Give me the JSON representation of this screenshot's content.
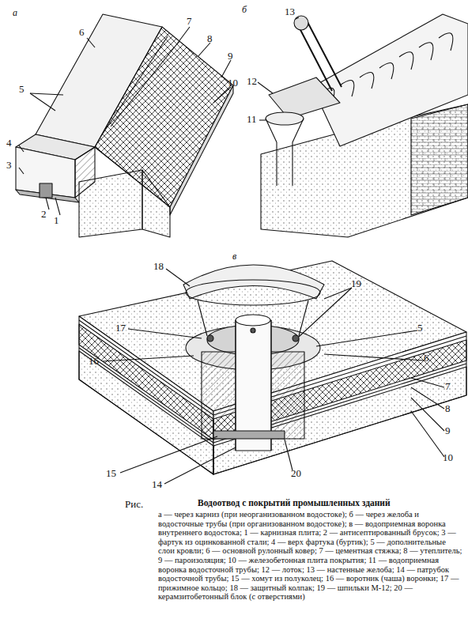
{
  "diagram": {
    "title": "Водоотвод с покрытий промышленных зданий",
    "caption": "а — через карниз (при неорганизованном водостоке); б — через желоба и водосточные трубы (при организованном водостоке); в — водоприемная воронка внутреннего водостока; 1 — карнизная плита; 2 — антисептированный брусок; 3 — фартук из оцинкованной стали; 4 — верх фартука (буртик); 5 — дополнительные слои кровли; 6 — основной рулонный ковер; 7 — цементная стяжка; 8 — утеплитель; 9 — пароизоляция; 10 — железобетонная плита покрытия; 11 — водоприемная воронка водосточной трубы; 12 — лоток; 13 — настенные желоба; 14 — патрубок водосточной трубы; 15 — хомут из полуколец; 16 — воротник (чаша) воронки; 17 — прижимное кольцо; 18 — защитный колпак; 19 — шпильки М-12; 20 — керамзитобетонный блок (с отверстиями)",
    "labels": [
      "Рис.",
      "а",
      "б",
      "в",
      "5",
      "6",
      "7",
      "8",
      "9",
      "10",
      "4",
      "3",
      "2",
      "1",
      "13",
      "12",
      "11",
      "18",
      "19",
      "17",
      "5",
      "16",
      "6",
      "7",
      "8",
      "9",
      "15",
      "14",
      "20",
      "10"
    ]
  }
}
